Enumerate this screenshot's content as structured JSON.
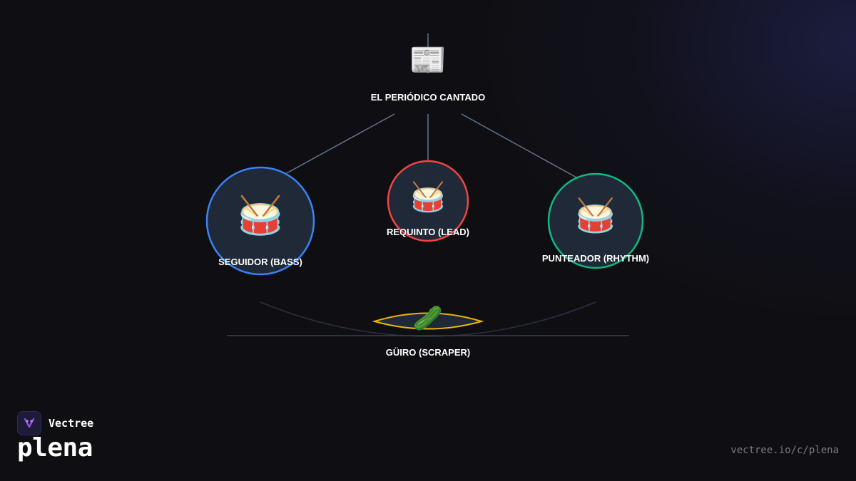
{
  "diagram": {
    "root": {
      "icon": "newspaper-icon",
      "glyph": "📰",
      "label": "EL PERIÓDICO CANTADO"
    },
    "nodes": [
      {
        "id": "seguidor",
        "label": "SEGUIDOR (BASS)",
        "icon": "drum-icon",
        "glyph": "🥁",
        "color": "#3b82f6"
      },
      {
        "id": "requinto",
        "label": "REQUINTO (LEAD)",
        "icon": "drum-icon",
        "glyph": "🥁",
        "color": "#ef4444"
      },
      {
        "id": "punteador",
        "label": "PUNTEADOR (RHYTHM)",
        "icon": "drum-icon",
        "glyph": "🥁",
        "color": "#10b981"
      }
    ],
    "guiro": {
      "label": "GÜIRO (SCRAPER)",
      "icon": "cucumber-icon",
      "glyph": "🥒",
      "color": "#eab308"
    }
  },
  "brand": {
    "name": "Vectree",
    "product": "plena",
    "url": "vectree.io/c/plena"
  },
  "colors": {
    "background": "#0f0f13",
    "node_fill": "#1f2937",
    "connector": "#64748b"
  }
}
